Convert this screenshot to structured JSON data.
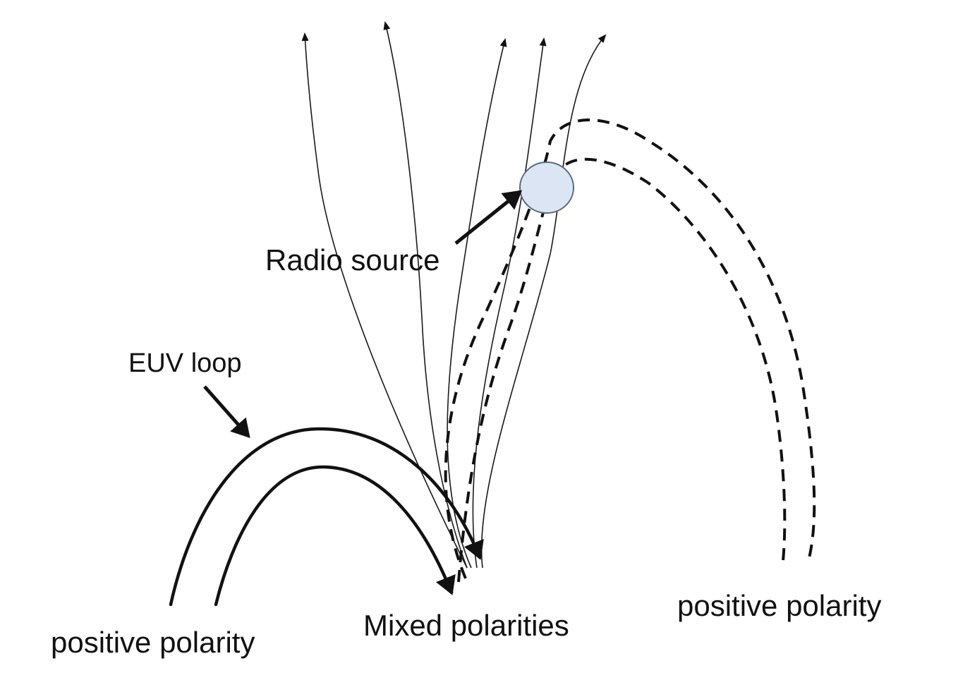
{
  "labels": {
    "radio_source": "Radio source",
    "euv_loop": "EUV loop",
    "positive_polarity_left": "positive polarity",
    "mixed_polarities": "Mixed polarities",
    "positive_polarity_right": "positive polarity"
  },
  "colors": {
    "radio_source_fill": "#dbe5f3",
    "radio_source_stroke": "#5a6a80",
    "line": "#111111"
  }
}
